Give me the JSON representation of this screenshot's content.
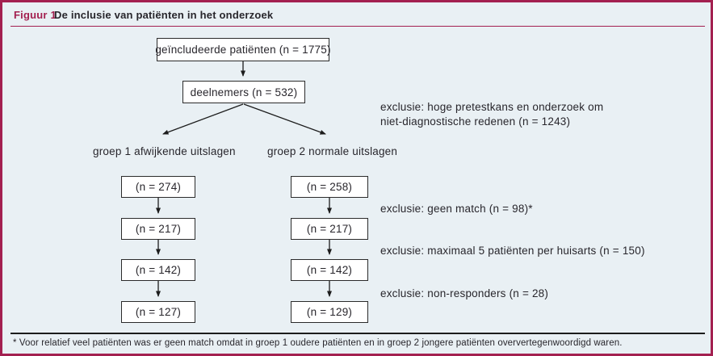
{
  "colors": {
    "accent_crimson": "#a32050",
    "background": "#e9f0f4",
    "box_background": "#ffffff",
    "line_black": "#1c1c1c"
  },
  "header": {
    "figure_label": "Figuur 1",
    "title": "De inclusie van patiënten in het onderzoek"
  },
  "flowchart": {
    "included_box": "geïncludeerde patiënten (n = 1775)",
    "participants_box": "deelnemers (n = 532)",
    "groups": [
      {
        "label": "groep 1 afwijkende uitslagen",
        "boxes": [
          "(n = 274)",
          "(n = 217)",
          "(n = 142)",
          "(n = 127)"
        ]
      },
      {
        "label": "groep 2 normale uitslagen",
        "boxes": [
          "(n = 258)",
          "(n = 217)",
          "(n = 142)",
          "(n = 129)"
        ]
      }
    ],
    "exclusions": [
      {
        "text": "exclusie: hoge pretestkans en onderzoek om",
        "text2": "niet-diagnostische redenen (n = 1243)"
      },
      {
        "text": "exclusie: geen match (n = 98)*"
      },
      {
        "text": "exclusie: maximaal 5 patiënten per huisarts (n = 150)"
      },
      {
        "text": "exclusie: non-responders (n = 28)"
      }
    ]
  },
  "footnote": "* Voor relatief veel patiënten was er geen match omdat in groep 1 oudere patiënten en in groep 2 jongere patiënten oververtegenwoordigd waren."
}
